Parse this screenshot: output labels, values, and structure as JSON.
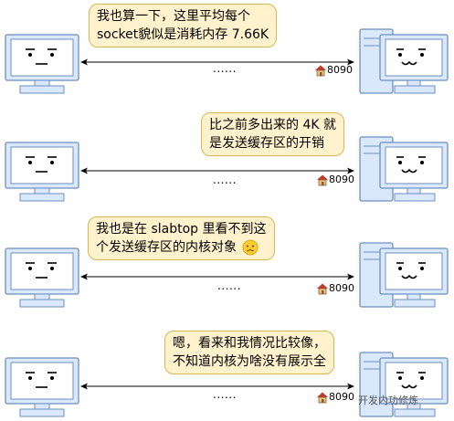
{
  "panels": [
    {
      "text_lines": [
        "我也算一下，这里平均每个",
        "socket貌似是消耗内存 7.66K"
      ],
      "port": "8090",
      "dots": "......",
      "emoji": ""
    },
    {
      "text_lines": [
        "比之前多出来的 4K 就",
        "是发送缓存区的开销"
      ],
      "port": "8090",
      "dots": "......",
      "emoji": ""
    },
    {
      "text_lines": [
        "我也是在 slabtop 里看不到这",
        "个发送缓存区的内核对象"
      ],
      "port": "8090",
      "dots": "......",
      "emoji": "worried-face"
    },
    {
      "text_lines": [
        "嗯，看来和我情况比较像，",
        "不知道内核为啥没有展示全"
      ],
      "port": "8090",
      "dots": "......",
      "emoji": ""
    }
  ],
  "watermark": "开发内功修炼",
  "colors": {
    "monitor_fill": "#dae8fc",
    "monitor_stroke": "#6c8ebf",
    "bubble_fill": "#fff2cc",
    "bubble_stroke": "#d6b656"
  },
  "icons": {
    "client": "computer-with-face",
    "server": "server-tower-with-smiling-face",
    "port_marker": "house-icon"
  }
}
